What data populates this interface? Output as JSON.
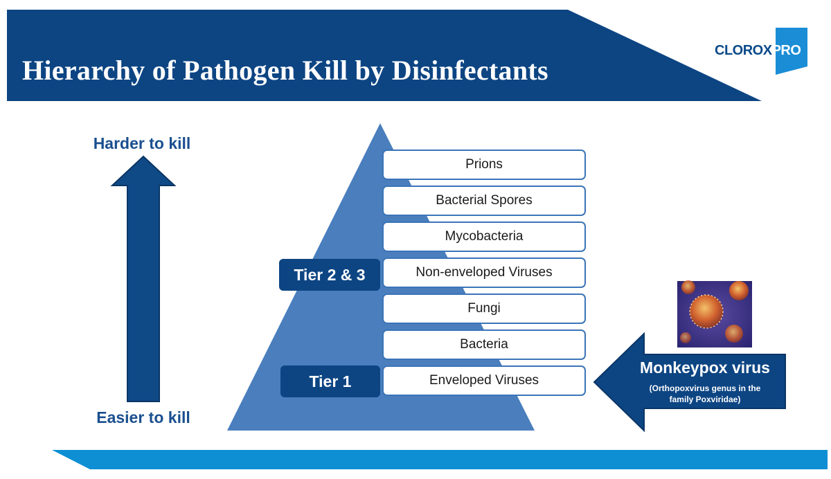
{
  "title": "Hierarchy of Pathogen Kill by Disinfectants",
  "logo": {
    "part1": "CLOROX",
    "part2": "PRO"
  },
  "direction": {
    "top": "Harder to kill",
    "bottom": "Easier to kill"
  },
  "tiers": {
    "upper": "Tier 2 & 3",
    "lower": "Tier 1"
  },
  "pathogens": [
    "Prions",
    "Bacterial Spores",
    "Mycobacteria",
    "Non-enveloped Viruses",
    "Fungi",
    "Bacteria",
    "Enveloped Viruses"
  ],
  "callout": {
    "title": "Monkeypox virus",
    "subtitle_line1": "(Orthopoxvirus genus in the",
    "subtitle_line2": "family Poxviridae)",
    "image": "monkeypox-virus-micrograph"
  },
  "colors": {
    "header": "#0d4583",
    "accent": "#0e8fd4",
    "pyramid": "#4a7ebd",
    "tier": "#0d4583",
    "arrow": "#0f4a87"
  }
}
